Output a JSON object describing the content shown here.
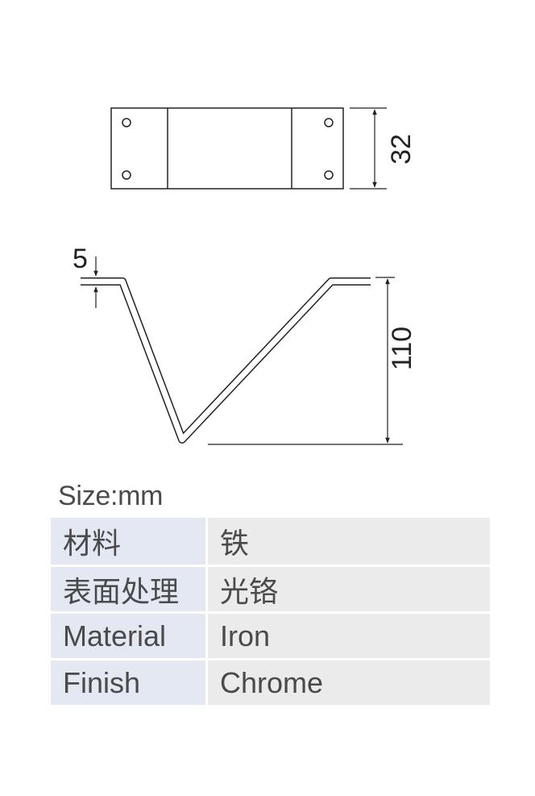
{
  "dimensions": {
    "width_label": "32",
    "thickness_label": "5",
    "height_label": "110"
  },
  "size_unit_label": "Size:mm",
  "spec_table": {
    "rows": [
      {
        "label": "材料",
        "value": "铁"
      },
      {
        "label": "表面处理",
        "value": "光铬"
      },
      {
        "label": "Material",
        "value": "Iron"
      },
      {
        "label": "Finish",
        "value": "Chrome"
      }
    ]
  },
  "colors": {
    "line": "#222222",
    "label_cell_bg": "#e3e8f2",
    "value_cell_bg": "#ebebeb",
    "text": "#4a4a4a"
  }
}
